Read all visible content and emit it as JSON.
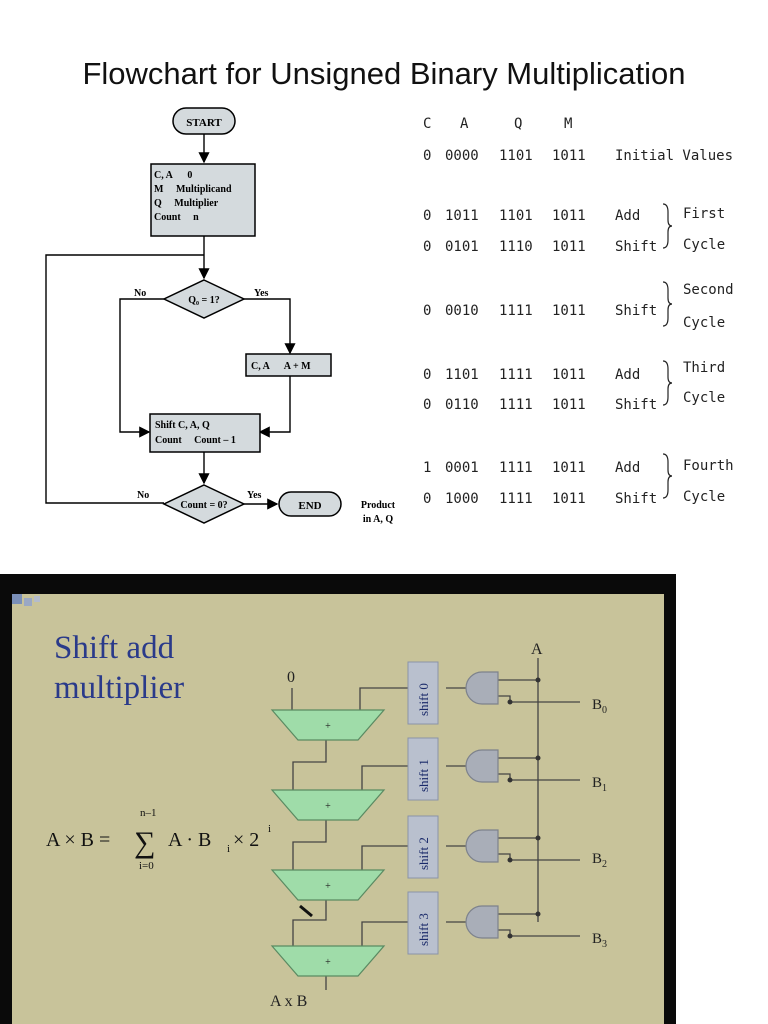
{
  "title": "Flowchart for Unsigned Binary Multiplication",
  "flowchart": {
    "start": "START",
    "init": [
      "C, A      0",
      "M     Multiplicand",
      "Q     Multiplier",
      "Count     n"
    ],
    "decision1": "Q₀ = 1?",
    "no1": "No",
    "yes1": "Yes",
    "add_box": "C, A      A + M",
    "shift_box": [
      "Shift C, A, Q",
      "Count     Count – 1"
    ],
    "decision2": "Count = 0?",
    "no2": "No",
    "yes2": "Yes",
    "end": "END",
    "product": [
      "Product",
      "in A, Q"
    ]
  },
  "trace": {
    "headers": [
      "C",
      "A",
      "Q",
      "M"
    ],
    "initial": {
      "values": [
        "0",
        "0000",
        "1101",
        "1011"
      ],
      "label": "Initial Values"
    },
    "cycles": [
      {
        "rows": [
          {
            "values": [
              "0",
              "1011",
              "1101",
              "1011"
            ],
            "op": "Add"
          },
          {
            "values": [
              "0",
              "0101",
              "1110",
              "1011"
            ],
            "op": "Shift"
          }
        ],
        "label": [
          "First",
          "Cycle"
        ]
      },
      {
        "rows": [
          {
            "values": [
              "0",
              "0010",
              "1111",
              "1011"
            ],
            "op": "Shift"
          }
        ],
        "label": [
          "Second",
          "Cycle"
        ]
      },
      {
        "rows": [
          {
            "values": [
              "0",
              "1101",
              "1111",
              "1011"
            ],
            "op": "Add"
          },
          {
            "values": [
              "0",
              "0110",
              "1111",
              "1011"
            ],
            "op": "Shift"
          }
        ],
        "label": [
          "Third",
          "Cycle"
        ]
      },
      {
        "rows": [
          {
            "values": [
              "1",
              "0001",
              "1111",
              "1011"
            ],
            "op": "Add"
          },
          {
            "values": [
              "0",
              "1000",
              "1111",
              "1011"
            ],
            "op": "Shift"
          }
        ],
        "label": [
          "Fourth",
          "Cycle"
        ]
      }
    ]
  },
  "slide": {
    "title": [
      "Shift add",
      "multiplier"
    ],
    "formula": {
      "lhs": "A × B =",
      "sum": "∑",
      "upper": "n–1",
      "lower": "i=0",
      "term": "A · B",
      "sub": "i",
      "tail": "× 2",
      "sup": "i"
    },
    "zero": "0",
    "a_label": "A",
    "plus": "+",
    "shifts": [
      "shift 0",
      "shift 1",
      "shift 2",
      "shift 3"
    ],
    "b_inputs": [
      {
        "b": "B",
        "s": "0"
      },
      {
        "b": "B",
        "s": "1"
      },
      {
        "b": "B",
        "s": "2"
      },
      {
        "b": "B",
        "s": "3"
      }
    ],
    "output": "A x B",
    "colors": {
      "background": "#c8c39a",
      "adder": "#9fdca9",
      "gate": "#a9aeb8",
      "frame": "#0a0a0a"
    }
  }
}
